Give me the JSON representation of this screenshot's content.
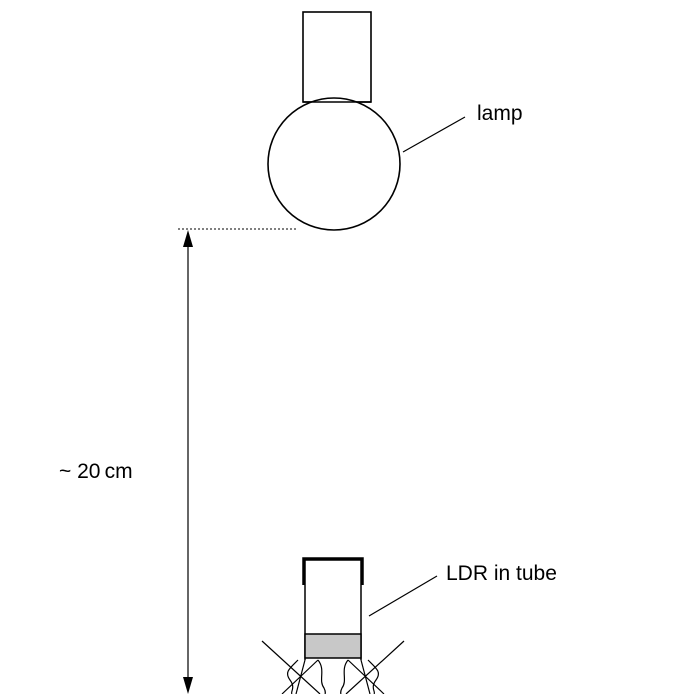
{
  "labels": {
    "lamp": "lamp",
    "distance": "~ 20 cm",
    "ldr": "LDR in tube"
  },
  "colors": {
    "line": "#000000",
    "ldr_fill": "#c8c8c8",
    "background": "#ffffff"
  }
}
